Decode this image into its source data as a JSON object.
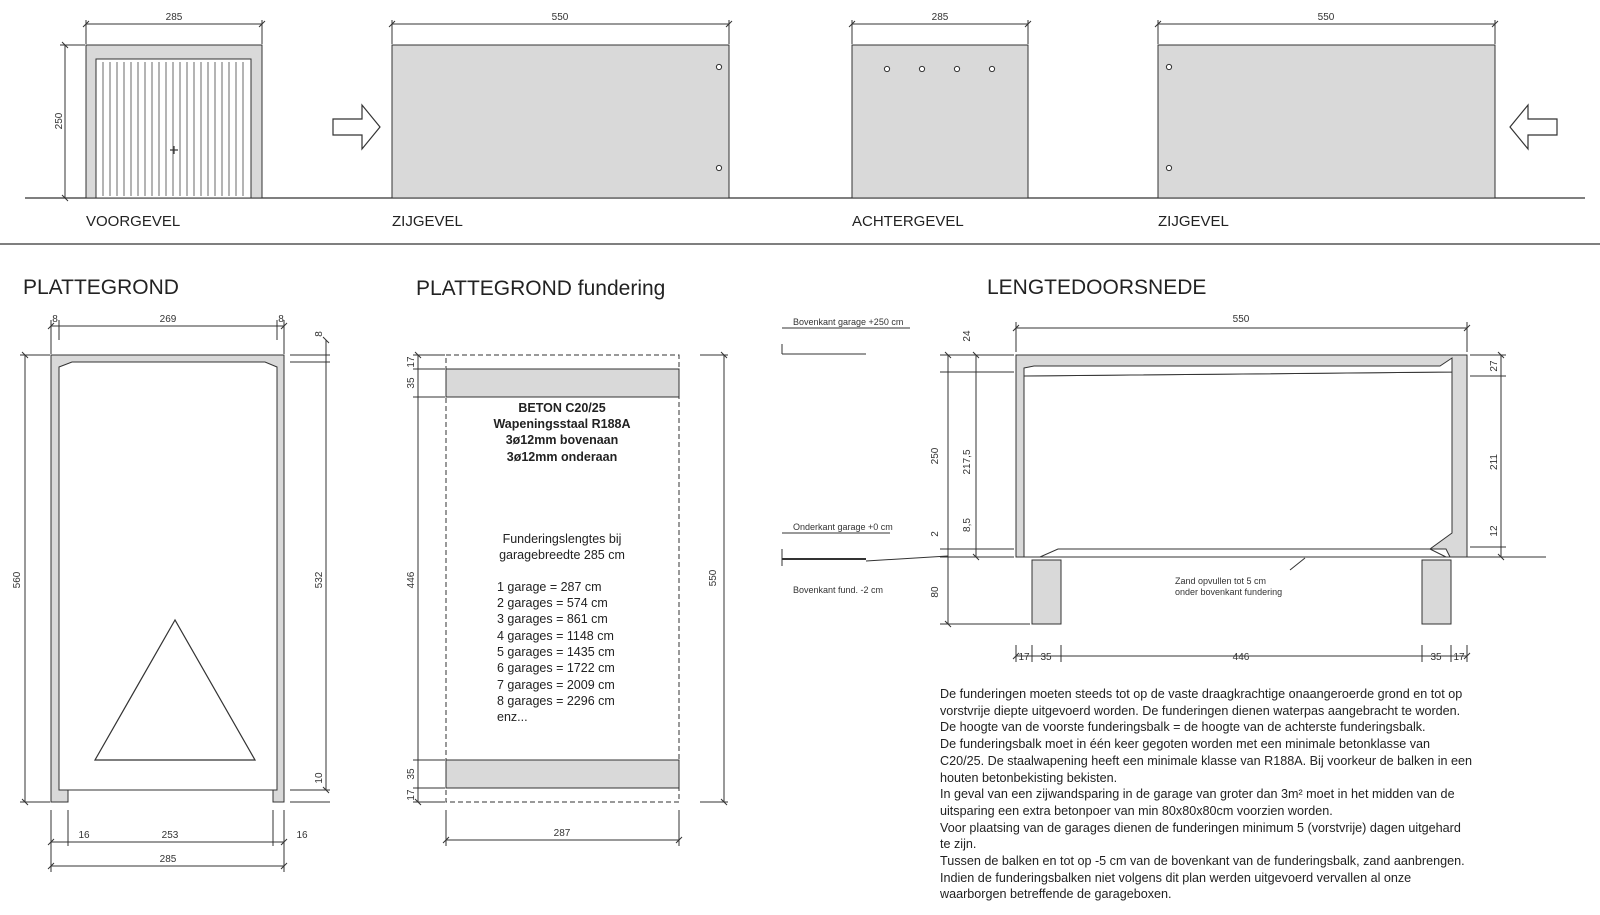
{
  "elevations": {
    "voorgevel": {
      "label": "VOORGEVEL",
      "width": "285",
      "height": "250"
    },
    "zijgevel_left": {
      "label": "ZIJGEVEL",
      "width": "550"
    },
    "achtergevel": {
      "label": "ACHTERGEVEL",
      "width": "285"
    },
    "zijgevel_right": {
      "label": "ZIJGEVEL",
      "width": "550"
    }
  },
  "plattegrond": {
    "title": "PLATTEGROND",
    "dims": {
      "left_wall": "8",
      "inner_width": "269",
      "right_wall": "8",
      "top_wall": "8",
      "length": "560",
      "inner_length": "532",
      "bottom": "10",
      "bottom_left": "16",
      "bottom_mid": "253",
      "bottom_right": "16",
      "total_width": "285"
    }
  },
  "fundering": {
    "title": "PLATTEGROND fundering",
    "dims": {
      "top_17": "17",
      "top_35": "35",
      "mid": "446",
      "bot_35": "35",
      "bot_17": "17",
      "right": "550",
      "width": "287"
    },
    "spec": [
      "BETON C20/25",
      "Wapeningsstaal R188A",
      "3ø12mm bovenaan",
      "3ø12mm onderaan"
    ],
    "lengths_intro": [
      "Funderingslengtes bij",
      "garagebreedte 285 cm"
    ],
    "lengths": [
      "1 garage   = 287 cm",
      "2 garages = 574 cm",
      "3 garages = 861 cm",
      "4 garages = 1148 cm",
      "5 garages = 1435 cm",
      "6 garages = 1722 cm",
      "7 garages = 2009 cm",
      "8 garages = 2296 cm",
      "enz..."
    ]
  },
  "doorsnede": {
    "title": "LENGTEDOORSNEDE",
    "levels": {
      "top": "Bovenkant garage +250 cm",
      "bottom": "Onderkant garage +0 cm",
      "fund": "Bovenkant fund. -2 cm"
    },
    "dims": {
      "top_width": "550",
      "left_24": "24",
      "left_250": "250",
      "left_2175": "217,5",
      "left_85": "8,5",
      "left_2": "2",
      "left_80": "80",
      "right_27": "27",
      "right_211": "211",
      "right_12": "12",
      "b17a": "17",
      "b35a": "35",
      "b446": "446",
      "b35b": "35",
      "b17b": "17"
    },
    "sand_note": [
      "Zand opvullen tot 5 cm",
      "onder bovenkant fundering"
    ]
  },
  "notes": [
    "De funderingen moeten steeds tot op de vaste draagkrachtige onaangeroerde grond en tot op",
    "vorstvrije diepte uitgevoerd worden. De funderingen dienen waterpas aangebracht te worden.",
    "De hoogte van de voorste funderingsbalk = de hoogte van de achterste funderingsbalk.",
    "De funderingsbalk moet in één keer gegoten worden met een minimale betonklasse van",
    "C20/25. De staalwapening heeft een minimale klasse van R188A. Bij voorkeur de balken in een",
    "houten betonbekisting bekisten.",
    "In geval van een zijwandsparing in de garage van groter dan 3m² moet in het midden van de",
    "uitsparing een extra betonpoer van min 80x80x80cm voorzien worden.",
    "Voor plaatsing van de garages dienen de funderingen minimum 5 (vorstvrije) dagen uitgehard",
    "te zijn.",
    "Tussen de balken en tot op -5 cm van de bovenkant van de funderingsbalk, zand aanbrengen.",
    "Indien de funderingsbalken niet volgens dit plan werden uitgevoerd vervallen al onze",
    "waarborgen betreffende de garageboxen."
  ],
  "colors": {
    "panel": "#d9d9d9",
    "line": "#333333"
  }
}
